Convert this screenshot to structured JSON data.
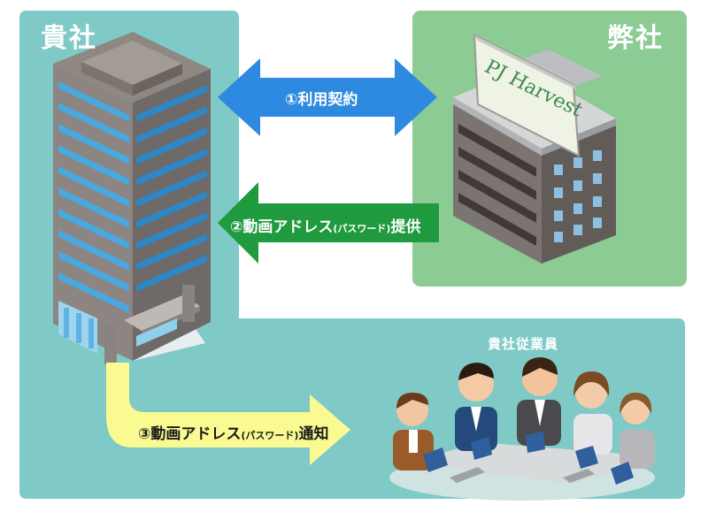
{
  "labels": {
    "client_company": "貴社",
    "our_company": "弊社",
    "step1": "①利用契約",
    "step2_main": "②動画アドレス",
    "step2_paren": "(パスワード)",
    "step2_tail": "提供",
    "step3_main": "③動画アドレス",
    "step3_paren": "(パスワード)",
    "step3_tail": "通知",
    "employees": "貴社従業員",
    "sign_text": "PJ Harvest"
  },
  "colors": {
    "client_bg": "#7fcac6",
    "our_bg": "#8ccb93",
    "arrow_blue": "#2d8ae0",
    "arrow_green": "#1f9a3e",
    "arrow_yellow": "#fafa92"
  }
}
